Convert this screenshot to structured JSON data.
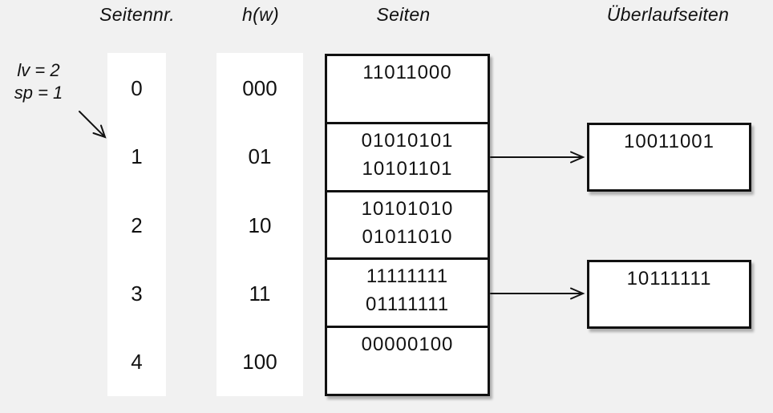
{
  "headers": {
    "page_no": "Seitennr.",
    "hash": "h(w)",
    "pages": "Seiten",
    "overflow": "Überlaufseiten"
  },
  "note": {
    "level": "lv = 2",
    "split_pointer": "sp = 1"
  },
  "rows": [
    {
      "page_no": "0",
      "hash": "000",
      "entries": [
        "11011000"
      ]
    },
    {
      "page_no": "1",
      "hash": "01",
      "entries": [
        "01010101",
        "10101101"
      ]
    },
    {
      "page_no": "2",
      "hash": "10",
      "entries": [
        "10101010",
        "01011010"
      ]
    },
    {
      "page_no": "3",
      "hash": "11",
      "entries": [
        "11111111",
        "01111111"
      ]
    },
    {
      "page_no": "4",
      "hash": "100",
      "entries": [
        "00000100"
      ]
    }
  ],
  "overflow_pages": [
    {
      "from_row": "1",
      "entries": [
        "10011001"
      ]
    },
    {
      "from_row": "3",
      "entries": [
        "10111111"
      ]
    }
  ],
  "colors": {
    "background": "#f1f1f1",
    "box_fill": "#ffffff",
    "line": "#111111"
  }
}
